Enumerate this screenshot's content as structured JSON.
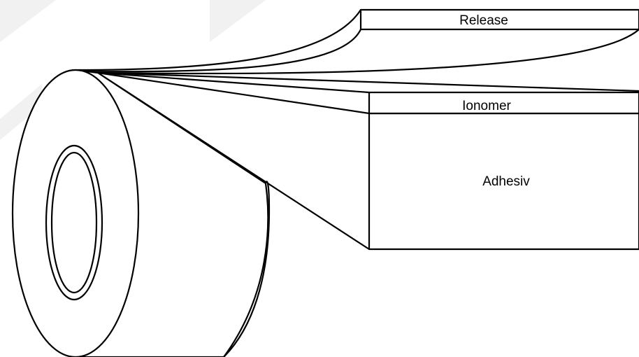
{
  "labels": {
    "release": "Release",
    "ionomer": "Ionomer",
    "adhesive": "Adhesiv"
  }
}
